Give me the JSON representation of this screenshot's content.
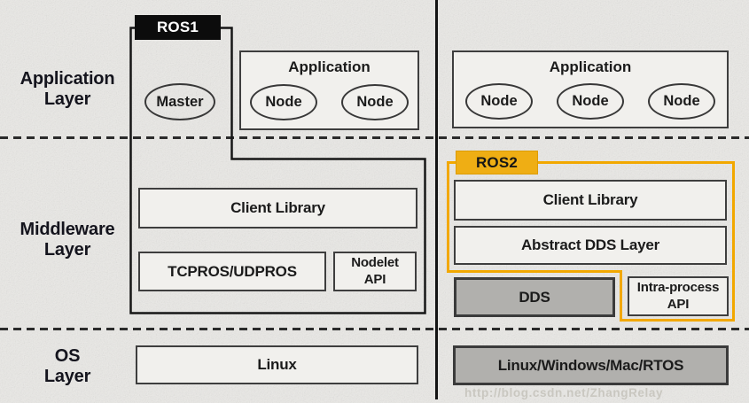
{
  "layer_labels": [
    {
      "line1": "Application",
      "line2": "Layer"
    },
    {
      "line1": "Middleware",
      "line2": "Layer"
    },
    {
      "line1": "OS",
      "line2": "Layer"
    }
  ],
  "ros1": {
    "badge": "ROS1",
    "master": "Master",
    "application": {
      "title": "Application",
      "nodes": [
        "Node",
        "Node"
      ]
    },
    "client_library": "Client Library",
    "transport": "TCPROS/UDPROS",
    "nodelet_api": {
      "line1": "Nodelet",
      "line2": "API"
    },
    "os": "Linux"
  },
  "ros2": {
    "badge": "ROS2",
    "application": {
      "title": "Application",
      "nodes": [
        "Node",
        "Node",
        "Node"
      ]
    },
    "client_library": "Client Library",
    "abstract_dds": "Abstract DDS Layer",
    "dds": "DDS",
    "intra_process": {
      "line1": "Intra-process",
      "line2": "API"
    },
    "os": "Linux/Windows/Mac/RTOS"
  },
  "watermark": "http://blog.csdn.net/ZhangRelay",
  "colors": {
    "background": "#EAE9E6",
    "ros1_badge_bg": "#0C0C0C",
    "ros1_badge_text": "#FFFFFF",
    "ros2_accent": "#F2A800",
    "ros2_badge_bg": "#EFAE14",
    "gray_box_bg": "#B1B0AD",
    "light_box_bg": "#F1F0ED",
    "line_color": "#161616"
  }
}
